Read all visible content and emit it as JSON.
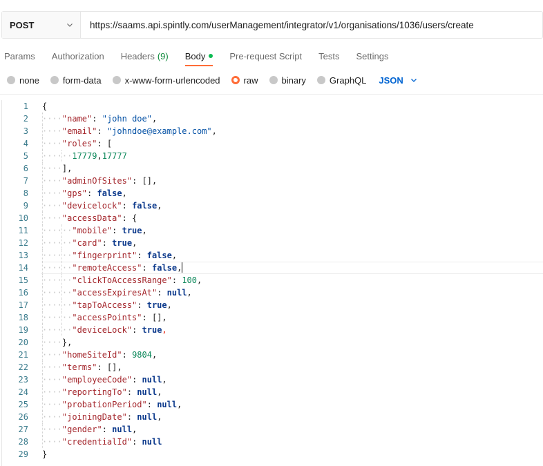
{
  "request": {
    "method": "POST",
    "url": "https://saams.api.spintly.com/userManagement/integrator/v1/organisations/1036/users/create"
  },
  "tabs": [
    {
      "label": "Params"
    },
    {
      "label": "Authorization"
    },
    {
      "label": "Headers",
      "count": "(9)"
    },
    {
      "label": "Body",
      "active": true
    },
    {
      "label": "Pre-request Script"
    },
    {
      "label": "Tests"
    },
    {
      "label": "Settings"
    }
  ],
  "body_modes": [
    "none",
    "form-data",
    "x-www-form-urlencoded",
    "raw",
    "binary",
    "GraphQL"
  ],
  "selected_mode": "raw",
  "language": "JSON",
  "colors": {
    "accent": "#ff6c37",
    "link": "#0265d2"
  },
  "editor": {
    "lines": [
      {
        "n": "1",
        "indent": 0,
        "tokens": [
          [
            "p",
            "{"
          ]
        ]
      },
      {
        "n": "2",
        "indent": 1,
        "tokens": [
          [
            "k",
            "\"name\""
          ],
          [
            "p",
            ": "
          ],
          [
            "s",
            "\"john doe\""
          ],
          [
            "p",
            ","
          ]
        ]
      },
      {
        "n": "3",
        "indent": 1,
        "tokens": [
          [
            "k",
            "\"email\""
          ],
          [
            "p",
            ": "
          ],
          [
            "s",
            "\"johndoe@example.com\""
          ],
          [
            "p",
            ","
          ]
        ]
      },
      {
        "n": "4",
        "indent": 1,
        "tokens": [
          [
            "k",
            "\"roles\""
          ],
          [
            "p",
            ": ["
          ]
        ]
      },
      {
        "n": "5",
        "indent": 2,
        "tokens": [
          [
            "n",
            "17779"
          ],
          [
            "p",
            ","
          ],
          [
            "n",
            "17777"
          ]
        ]
      },
      {
        "n": "6",
        "indent": 1,
        "tokens": [
          [
            "p",
            "],"
          ]
        ]
      },
      {
        "n": "7",
        "indent": 1,
        "tokens": [
          [
            "k",
            "\"adminOfSites\""
          ],
          [
            "p",
            ": [],"
          ]
        ]
      },
      {
        "n": "8",
        "indent": 1,
        "tokens": [
          [
            "k",
            "\"gps\""
          ],
          [
            "p",
            ": "
          ],
          [
            "b",
            "false"
          ],
          [
            "p",
            ","
          ]
        ]
      },
      {
        "n": "9",
        "indent": 1,
        "tokens": [
          [
            "k",
            "\"devicelock\""
          ],
          [
            "p",
            ": "
          ],
          [
            "b",
            "false"
          ],
          [
            "p",
            ","
          ]
        ]
      },
      {
        "n": "10",
        "indent": 1,
        "tokens": [
          [
            "k",
            "\"accessData\""
          ],
          [
            "p",
            ": "
          ],
          [
            "p",
            "{"
          ]
        ]
      },
      {
        "n": "11",
        "indent": 2,
        "tokens": [
          [
            "k",
            "\"mobile\""
          ],
          [
            "p",
            ": "
          ],
          [
            "b",
            "true"
          ],
          [
            "p",
            ","
          ]
        ]
      },
      {
        "n": "12",
        "indent": 2,
        "tokens": [
          [
            "k",
            "\"card\""
          ],
          [
            "p",
            ": "
          ],
          [
            "b",
            "true"
          ],
          [
            "p",
            ","
          ]
        ]
      },
      {
        "n": "13",
        "indent": 2,
        "tokens": [
          [
            "k",
            "\"fingerprint\""
          ],
          [
            "p",
            ": "
          ],
          [
            "b",
            "false"
          ],
          [
            "p",
            ","
          ]
        ]
      },
      {
        "n": "14",
        "indent": 2,
        "tokens": [
          [
            "k",
            "\"remoteAccess\""
          ],
          [
            "p",
            ": "
          ],
          [
            "b",
            "false"
          ],
          [
            "p",
            ","
          ]
        ],
        "current": true
      },
      {
        "n": "15",
        "indent": 2,
        "tokens": [
          [
            "k",
            "\"clickToAccessRange\""
          ],
          [
            "p",
            ": "
          ],
          [
            "n",
            "100"
          ],
          [
            "p",
            ","
          ]
        ]
      },
      {
        "n": "16",
        "indent": 2,
        "tokens": [
          [
            "k",
            "\"accessExpiresAt\""
          ],
          [
            "p",
            ": "
          ],
          [
            "b",
            "null"
          ],
          [
            "p",
            ","
          ]
        ]
      },
      {
        "n": "17",
        "indent": 2,
        "tokens": [
          [
            "k",
            "\"tapToAccess\""
          ],
          [
            "p",
            ": "
          ],
          [
            "b",
            "true"
          ],
          [
            "p",
            ","
          ]
        ]
      },
      {
        "n": "18",
        "indent": 2,
        "tokens": [
          [
            "k",
            "\"accessPoints\""
          ],
          [
            "p",
            ": [],"
          ]
        ]
      },
      {
        "n": "19",
        "indent": 2,
        "tokens": [
          [
            "k",
            "\"deviceLock\""
          ],
          [
            "p",
            ": "
          ],
          [
            "b",
            "true"
          ],
          [
            "x",
            ","
          ]
        ]
      },
      {
        "n": "20",
        "indent": 1,
        "tokens": [
          [
            "p",
            "}"
          ],
          [
            "p",
            ","
          ]
        ]
      },
      {
        "n": "21",
        "indent": 1,
        "tokens": [
          [
            "k",
            "\"homeSiteId\""
          ],
          [
            "p",
            ": "
          ],
          [
            "n",
            "9804"
          ],
          [
            "p",
            ","
          ]
        ]
      },
      {
        "n": "22",
        "indent": 1,
        "tokens": [
          [
            "k",
            "\"terms\""
          ],
          [
            "p",
            ": [],"
          ]
        ]
      },
      {
        "n": "23",
        "indent": 1,
        "tokens": [
          [
            "k",
            "\"employeeCode\""
          ],
          [
            "p",
            ": "
          ],
          [
            "b",
            "null"
          ],
          [
            "p",
            ","
          ]
        ]
      },
      {
        "n": "24",
        "indent": 1,
        "tokens": [
          [
            "k",
            "\"reportingTo\""
          ],
          [
            "p",
            ": "
          ],
          [
            "b",
            "null"
          ],
          [
            "p",
            ","
          ]
        ]
      },
      {
        "n": "25",
        "indent": 1,
        "tokens": [
          [
            "k",
            "\"probationPeriod\""
          ],
          [
            "p",
            ": "
          ],
          [
            "b",
            "null"
          ],
          [
            "p",
            ","
          ]
        ]
      },
      {
        "n": "26",
        "indent": 1,
        "tokens": [
          [
            "k",
            "\"joiningDate\""
          ],
          [
            "p",
            ": "
          ],
          [
            "b",
            "null"
          ],
          [
            "p",
            ","
          ]
        ]
      },
      {
        "n": "27",
        "indent": 1,
        "tokens": [
          [
            "k",
            "\"gender\""
          ],
          [
            "p",
            ": "
          ],
          [
            "b",
            "null"
          ],
          [
            "p",
            ","
          ]
        ]
      },
      {
        "n": "28",
        "indent": 1,
        "tokens": [
          [
            "k",
            "\"credentialId\""
          ],
          [
            "p",
            ": "
          ],
          [
            "b",
            "null"
          ]
        ]
      },
      {
        "n": "29",
        "indent": 0,
        "tokens": [
          [
            "p",
            "}"
          ]
        ]
      }
    ]
  }
}
